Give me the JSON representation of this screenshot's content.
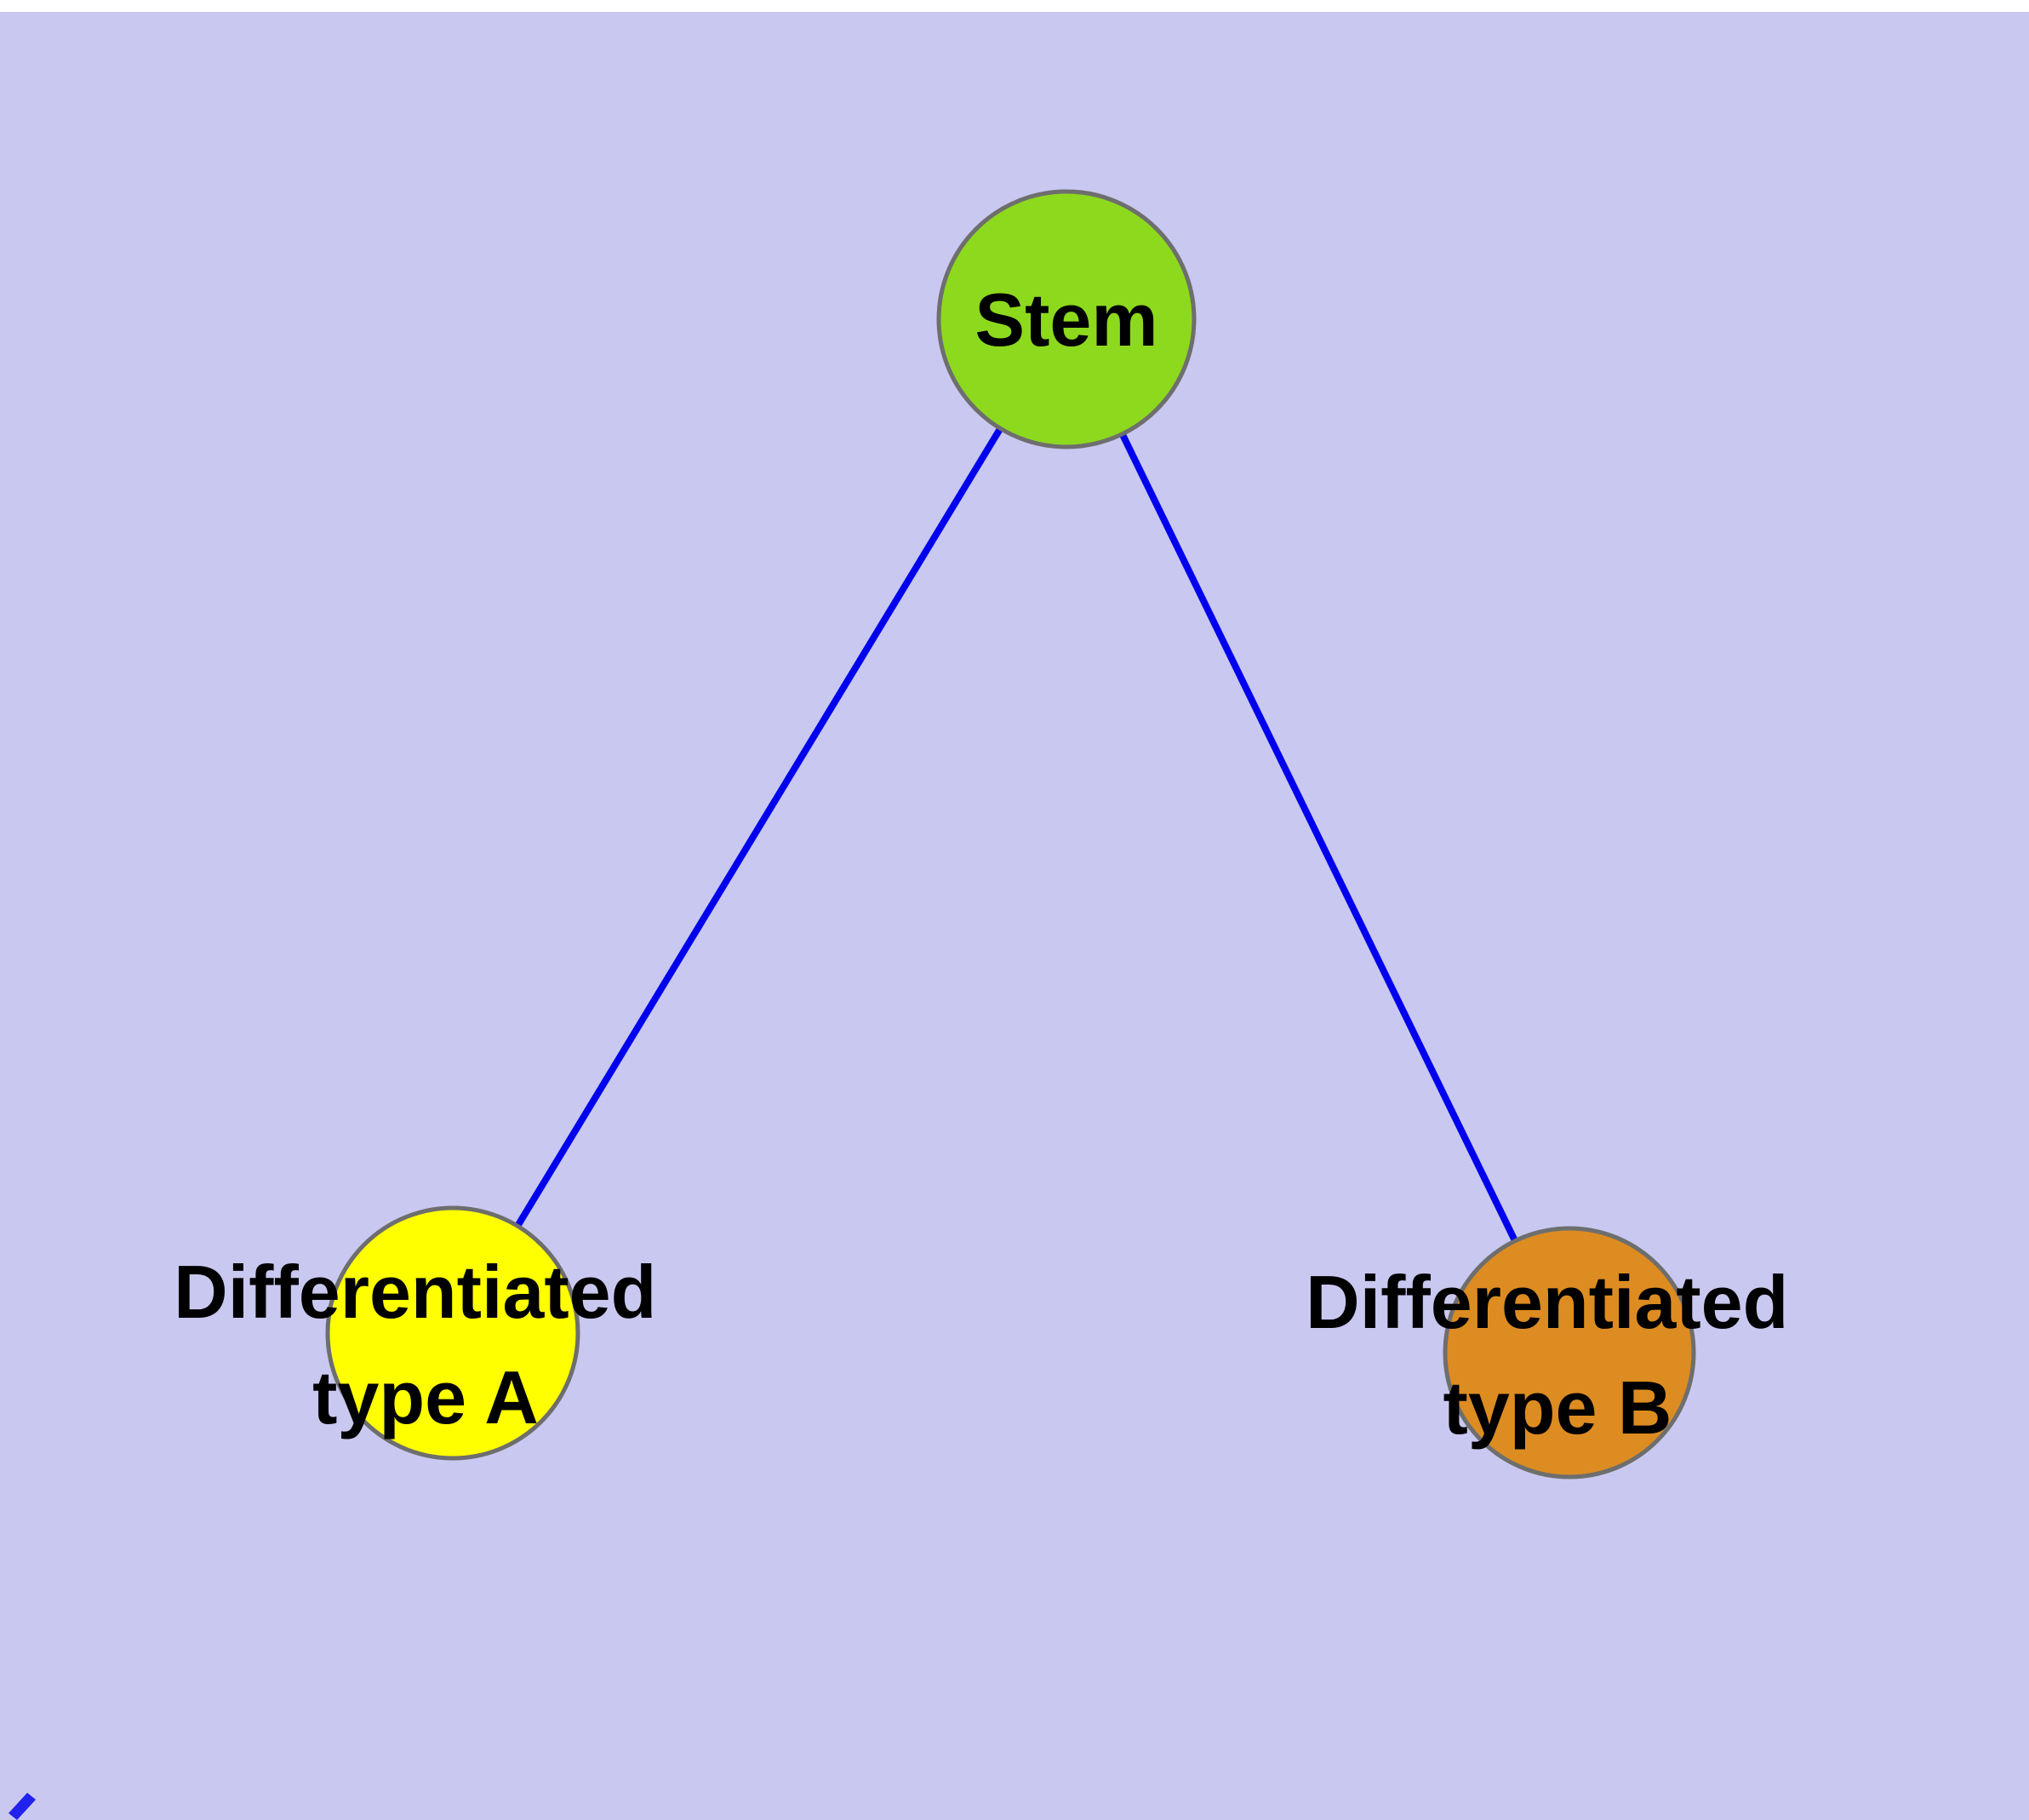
{
  "diagram": {
    "background_color": "#c8c8f0",
    "edge_color": "#0000ee",
    "node_border_color": "#6e6e6e",
    "text_color": "#000000",
    "nodes": {
      "stem": {
        "label": "Stem",
        "color": "#8cd91e"
      },
      "type_a": {
        "label": "Differentiated type A",
        "label_line1": "Differentiated",
        "label_line2": "type A",
        "color": "#ffff00"
      },
      "type_b": {
        "label": "Differentiated type B",
        "label_line1": "Differentiated",
        "label_line2": "type B",
        "color": "#dc8c20"
      }
    },
    "edges": [
      {
        "from": "Stem",
        "to": "Differentiated type A"
      },
      {
        "from": "Stem",
        "to": "Differentiated type B"
      }
    ],
    "corner_icon": {
      "color": "#2222ee"
    }
  }
}
